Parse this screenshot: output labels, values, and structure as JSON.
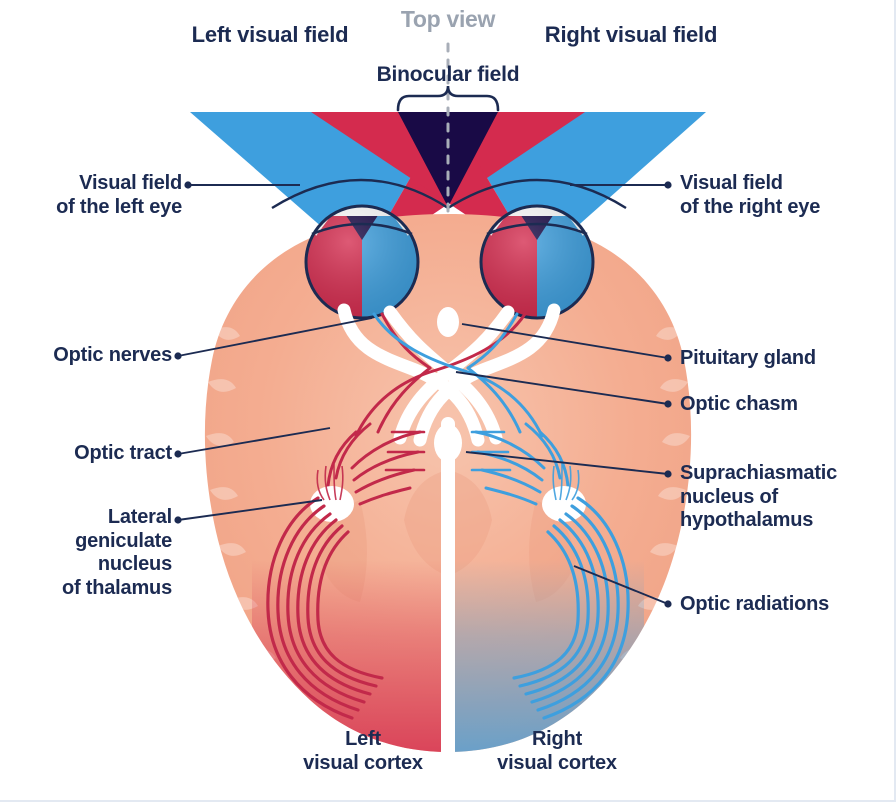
{
  "diagram": {
    "title_top_view": "Top view",
    "headers": {
      "left_field": "Left visual field",
      "right_field": "Right visual field",
      "binocular": "Binocular field"
    },
    "labels_left": [
      {
        "id": "visual-field-left-eye",
        "text": "Visual field\nof the left eye"
      },
      {
        "id": "optic-nerves",
        "text": "Optic nerves"
      },
      {
        "id": "optic-tract",
        "text": "Optic tract"
      },
      {
        "id": "lateral-geniculate",
        "text": "Lateral\ngeniculate\nnucleus\nof thalamus"
      }
    ],
    "labels_right": [
      {
        "id": "visual-field-right-eye",
        "text": "Visual field\nof the right eye"
      },
      {
        "id": "pituitary-gland",
        "text": "Pituitary gland"
      },
      {
        "id": "optic-chasm",
        "text": "Optic chasm"
      },
      {
        "id": "suprachiasmatic",
        "text": "Suprachiasmatic\nnucleus of\nhypothalamus"
      },
      {
        "id": "optic-radiations",
        "text": "Optic radiations"
      }
    ],
    "labels_bottom": [
      {
        "id": "left-visual-cortex",
        "text": "Left\nvisual cortex"
      },
      {
        "id": "right-visual-cortex",
        "text": "Right\nvisual cortex"
      }
    ],
    "colors": {
      "red": "#d42b4e",
      "blue": "#3e9fde",
      "navy": "#190a46",
      "brain": "#f4ad91",
      "brain_deep": "#efa183",
      "text": "#1c2b52",
      "muted": "#9aa3b0",
      "leader": "#1c2b52",
      "white": "#ffffff",
      "background": "#ffffff",
      "border": "#e3e9f2"
    }
  }
}
